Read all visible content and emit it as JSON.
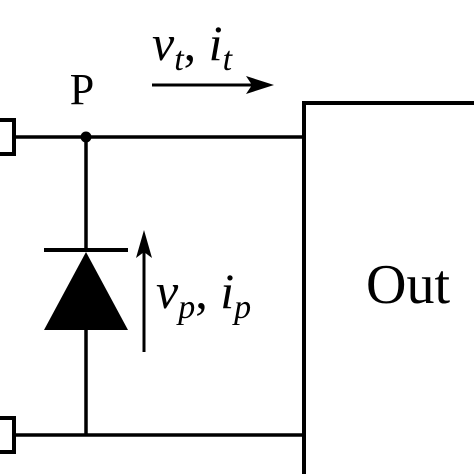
{
  "node_label": "P",
  "top_label": {
    "v": "v",
    "v_sub": "t",
    "sep": ", ",
    "i": "i",
    "i_sub": "t"
  },
  "diode_label": {
    "v": "v",
    "v_sub": "p",
    "sep": ", ",
    "i": "i",
    "i_sub": "p"
  },
  "block_label": "Out",
  "colors": {
    "stroke": "#000000",
    "background": "#ffffff"
  }
}
